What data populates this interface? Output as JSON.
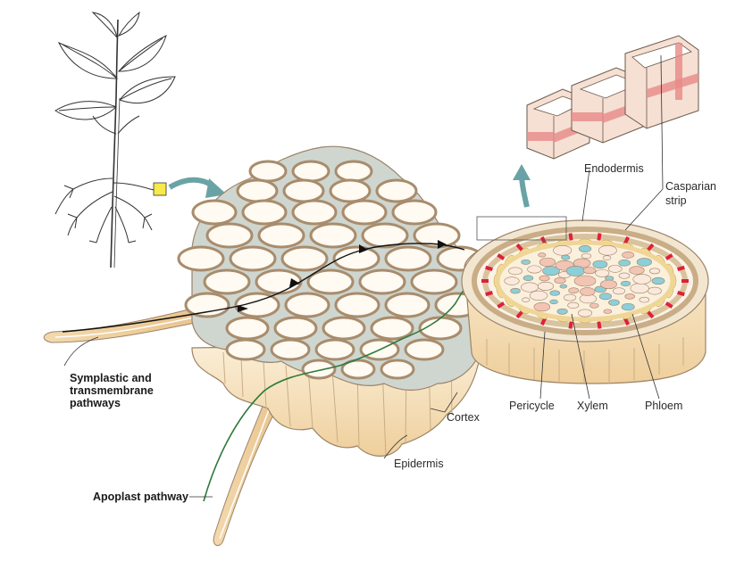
{
  "labels": {
    "endodermis": "Endodermis",
    "casparian_line1": "Casparian",
    "casparian_line2": "strip",
    "symplastic_line1": "Symplastic and",
    "symplastic_line2": "transmembrane",
    "symplastic_line3": "pathways",
    "cortex": "Cortex",
    "epidermis": "Epidermis",
    "pericycle": "Pericycle",
    "xylem": "Xylem",
    "phloem": "Phloem",
    "apoplast": "Apoplast pathway"
  },
  "colors": {
    "wall": "#d8c3a8",
    "wall_dark": "#9c846a",
    "cell": "#fffaf2",
    "intercell": "#cfd6d0",
    "epidermis": "#f7e4c2",
    "casparian": "#e0203a",
    "xylem": "#8ccfd8",
    "phloem": "#f2c4b4",
    "pericycle": "#f5dc9a",
    "apoplast": "#2f7a3c",
    "arrow": "#6aa3a6",
    "highlight": "#f6e94a"
  }
}
